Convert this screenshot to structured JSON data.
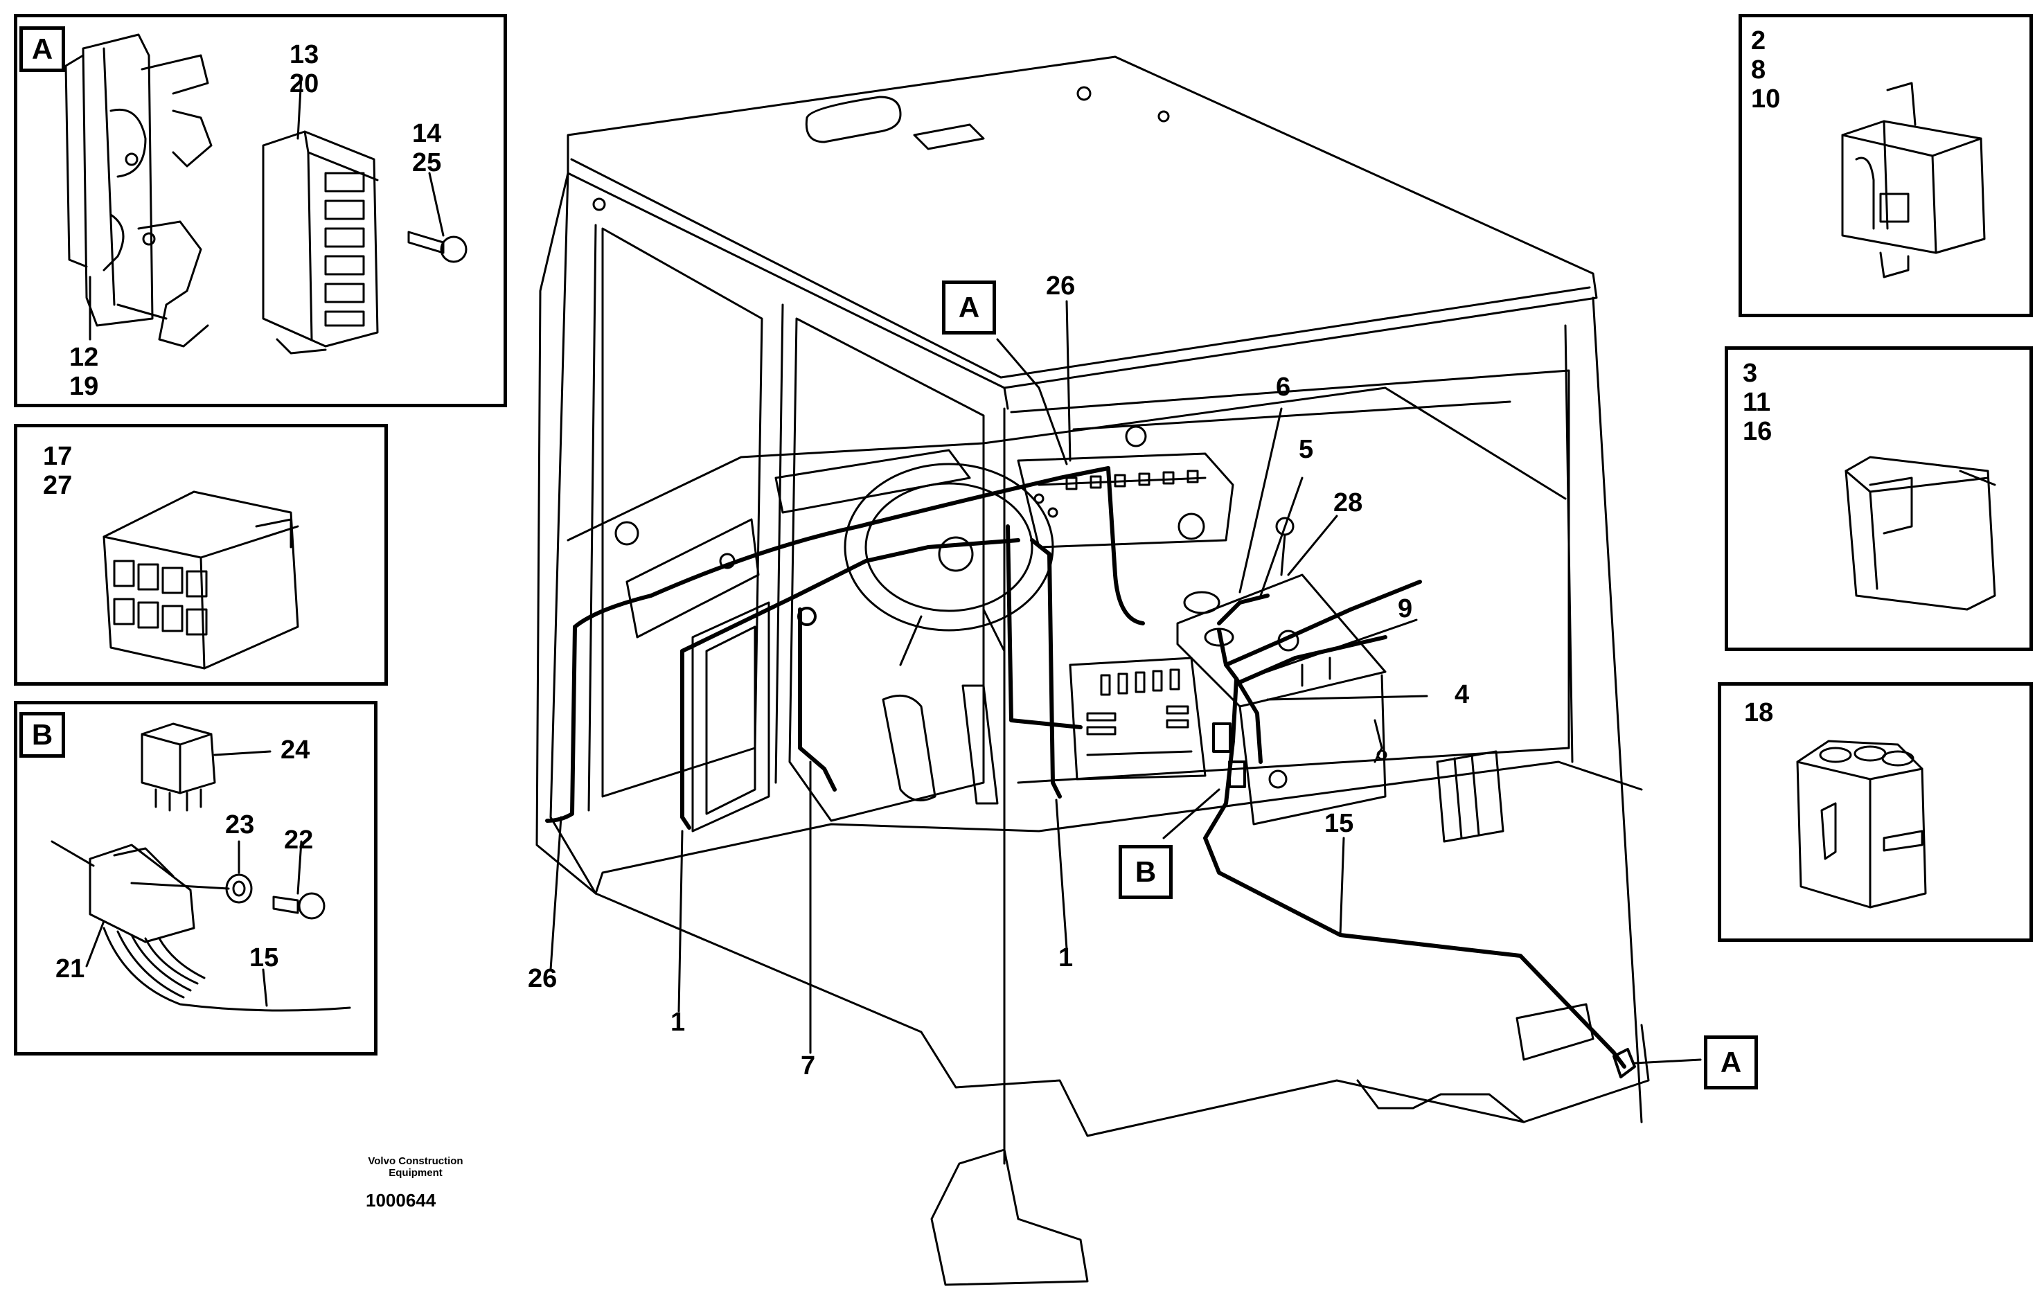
{
  "insets": {
    "a_top": {
      "tag": "A",
      "labels": {
        "p12_19": "12\n19",
        "p13_20": "13\n20",
        "p14_25": "14\n25"
      }
    },
    "p17_27": {
      "labels": "17\n27"
    },
    "b": {
      "tag": "B",
      "labels": {
        "p24": "24",
        "p23": "23",
        "p22": "22",
        "p21": "21",
        "p15": "15"
      }
    },
    "r1": {
      "labels": "2\n8\n10"
    },
    "r2": {
      "labels": "3\n11\n16"
    },
    "r3": {
      "labels": "18"
    }
  },
  "main": {
    "tag_a_top": "A",
    "tag_b": "B",
    "tag_a_right": "A",
    "callouts": {
      "c26_top": "26",
      "c6": "6",
      "c5": "5",
      "c28": "28",
      "c9": "9",
      "c4": "4",
      "c15": "15",
      "c26_bottom": "26",
      "c1_left": "1",
      "c7": "7",
      "c1_right": "1"
    }
  },
  "footer": {
    "credit": "Volvo Construction\nEquipment",
    "doc_number": "1000644"
  }
}
